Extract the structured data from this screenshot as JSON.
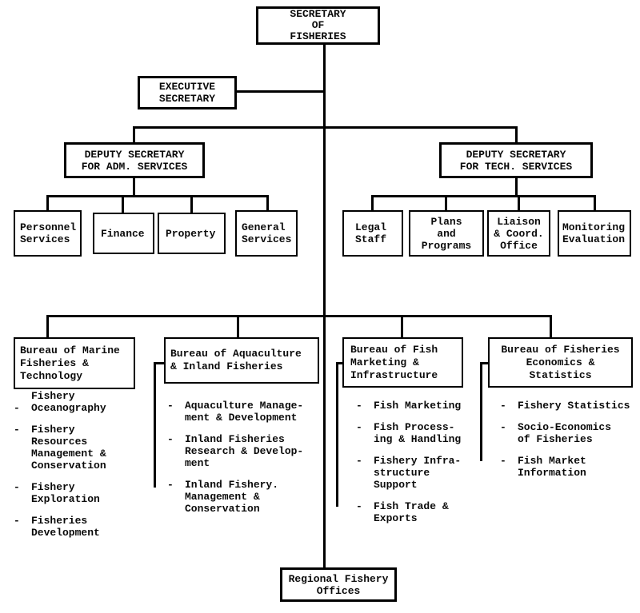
{
  "glyphs": {
    "dash": "-"
  },
  "nodes": {
    "root": "SECRETARY\nOF\nFISHERIES",
    "executive": "EXECUTIVE\nSECRETARY",
    "deputy_adm": "DEPUTY SECRETARY\nFOR ADM. SERVICES",
    "deputy_tech": "DEPUTY SECRETARY\nFOR TECH. SERVICES",
    "regional": "Regional Fishery\nOffices"
  },
  "adm_units": [
    {
      "label": "Personnel\nServices"
    },
    {
      "label": "Finance"
    },
    {
      "label": "Property"
    },
    {
      "label": "General\nServices"
    }
  ],
  "tech_units": [
    {
      "label": "Legal\nStaff"
    },
    {
      "label": "Plans\nand\nPrograms"
    },
    {
      "label": "Liaison\n& Coord.\nOffice"
    },
    {
      "label": "Monitoring\nEvaluation"
    }
  ],
  "bureaus": [
    {
      "title": "Bureau of Marine\nFisheries &\nTechnology",
      "items": [
        {
          "text": "Fishery\nOceanography"
        },
        {
          "text": "Fishery\nResources\nManagement &\nConservation"
        },
        {
          "text": "Fishery\nExploration"
        },
        {
          "text": "Fisheries\nDevelopment"
        }
      ]
    },
    {
      "title": "Bureau of Aquaculture\n& Inland Fisheries",
      "items": [
        {
          "text": "Aquaculture Manage-\nment & Development"
        },
        {
          "text": "Inland Fisheries\nResearch & Develop-\nment"
        },
        {
          "text": "Inland Fishery.\nManagement &\nConservation"
        }
      ]
    },
    {
      "title": "Bureau of Fish\nMarketing &\nInfrastructure",
      "items": [
        {
          "text": "Fish Marketing"
        },
        {
          "text": "Fish Process-\ning & Handling"
        },
        {
          "text": "Fishery Infra-\nstructure\nSupport"
        },
        {
          "text": "Fish Trade &\nExports"
        }
      ]
    },
    {
      "title": "Bureau of Fisheries\nEconomics &\nStatistics",
      "items": [
        {
          "text": "Fishery Statistics"
        },
        {
          "text": "Socio-Economics\nof Fisheries"
        },
        {
          "text": "Fish Market\nInformation"
        }
      ]
    }
  ]
}
